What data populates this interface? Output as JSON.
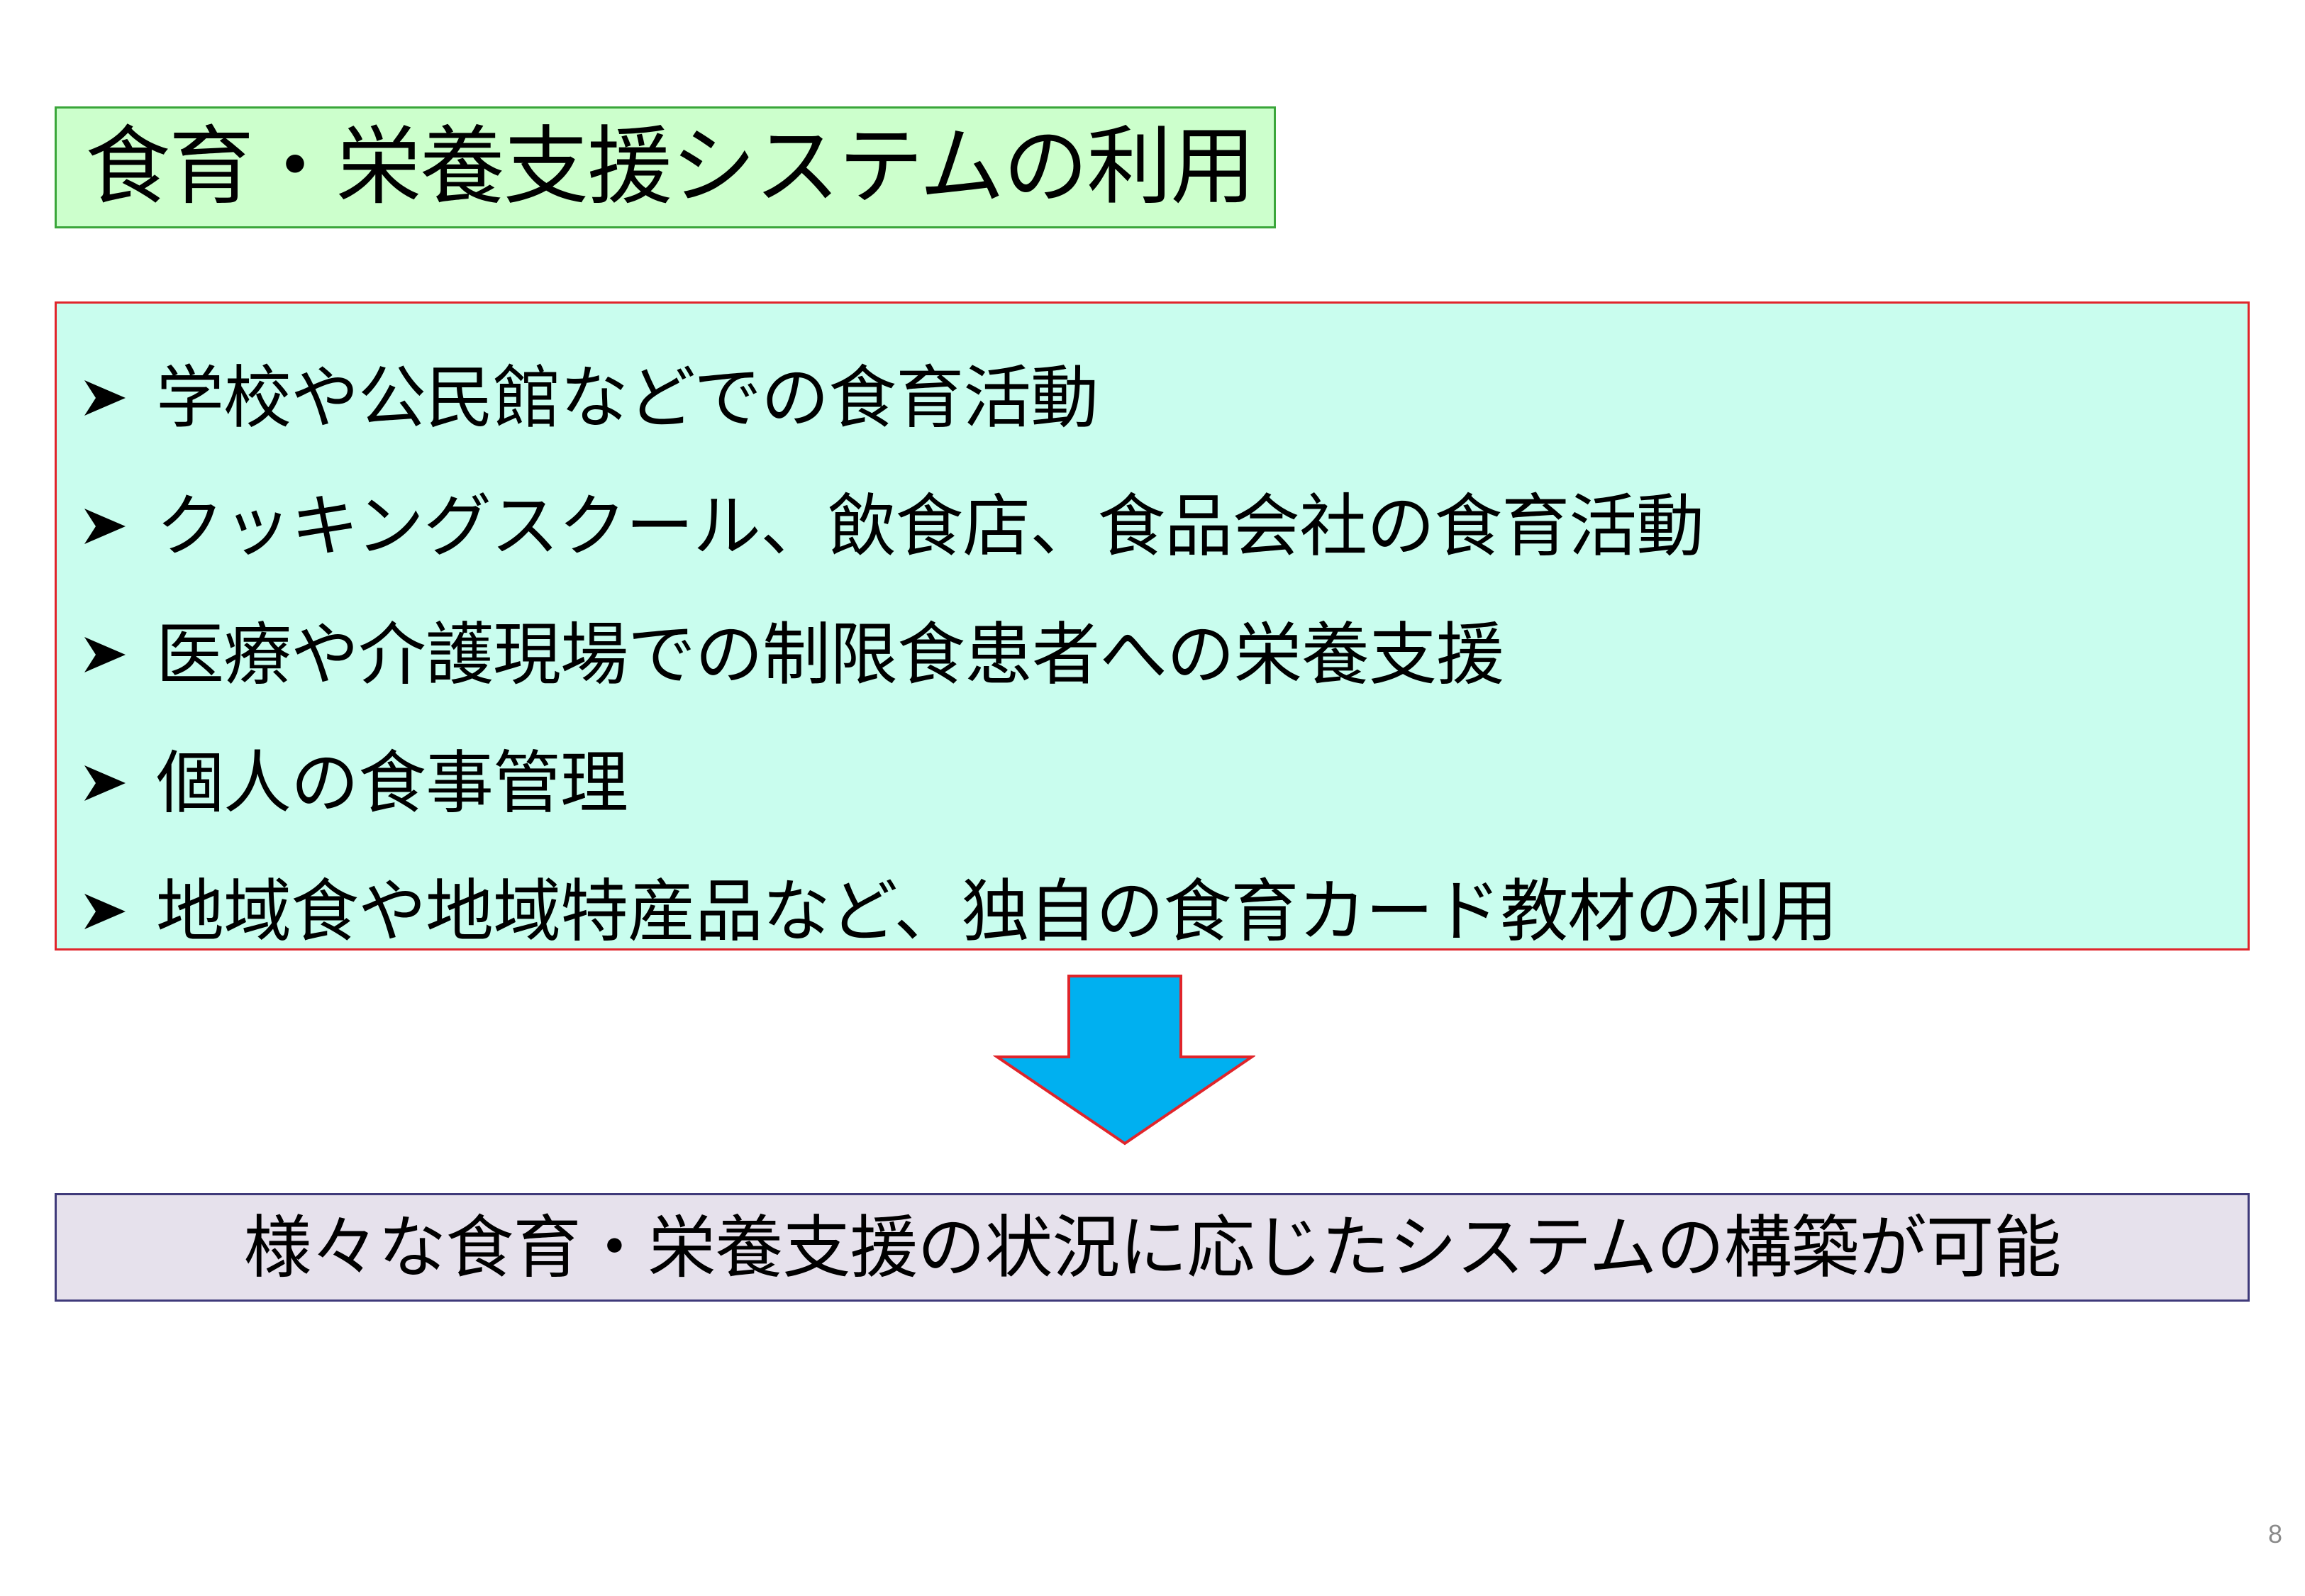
{
  "slide": {
    "title": "食育・栄養支援システムの利用",
    "items": [
      {
        "label": "学校や公民館などでの食育活動"
      },
      {
        "label": "クッキングスクール、飲食店、食品会社の食育活動"
      },
      {
        "label": "医療や介護現場での制限食患者への栄養支援"
      },
      {
        "label": "個人の食事管理"
      },
      {
        "label": "地域食や地域特産品など、独自の食育カード教材の利用"
      }
    ],
    "bullet_icon": "arrowhead-bullet-icon",
    "arrow_icon": "down-arrow-icon",
    "conclusion": "様々な食育・栄養支援の状況に応じたシステムの構築が可能",
    "page_number": "8"
  },
  "colors": {
    "title_background": "#ccffcc",
    "title_border": "#3aa63a",
    "list_background": "#c9fdee",
    "list_border": "#e0252b",
    "arrow_fill": "#00b0f0",
    "arrow_border": "#e0252b",
    "conclusion_background": "#e6e1ec",
    "conclusion_border": "#3f3a7a"
  }
}
